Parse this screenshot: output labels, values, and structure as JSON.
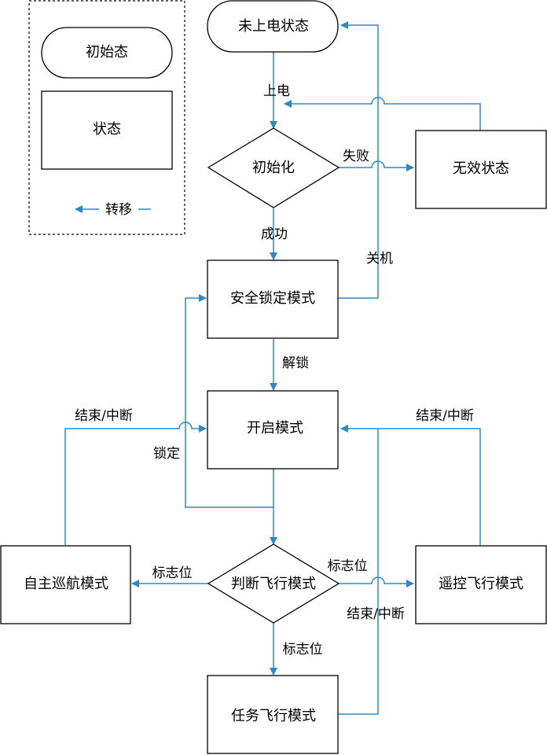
{
  "legend": {
    "initial_state": "初始态",
    "state": "状态",
    "transition": "转移"
  },
  "nodes": {
    "unpowered": "未上电状态",
    "init": "初始化",
    "invalid": "无效状态",
    "safe_lock": "安全锁定模式",
    "open": "开启模式",
    "judge": "判断飞行模式",
    "auto_cruise": "自主巡航模式",
    "remote": "遥控飞行模式",
    "mission": "任务飞行模式"
  },
  "edges": {
    "power_on": "上电",
    "fail": "失败",
    "success": "成功",
    "shutdown": "关机",
    "unlock": "解锁",
    "lock": "锁定",
    "end_interrupt_left": "结束/中断",
    "end_interrupt_right": "结束/中断",
    "end_interrupt_mission": "结束/中断",
    "flag_left": "标志位",
    "flag_right": "标志位",
    "flag_down": "标志位"
  },
  "colors": {
    "edge": "#2b8ac3",
    "node_stroke": "#000000",
    "legend_border": "#000000"
  }
}
